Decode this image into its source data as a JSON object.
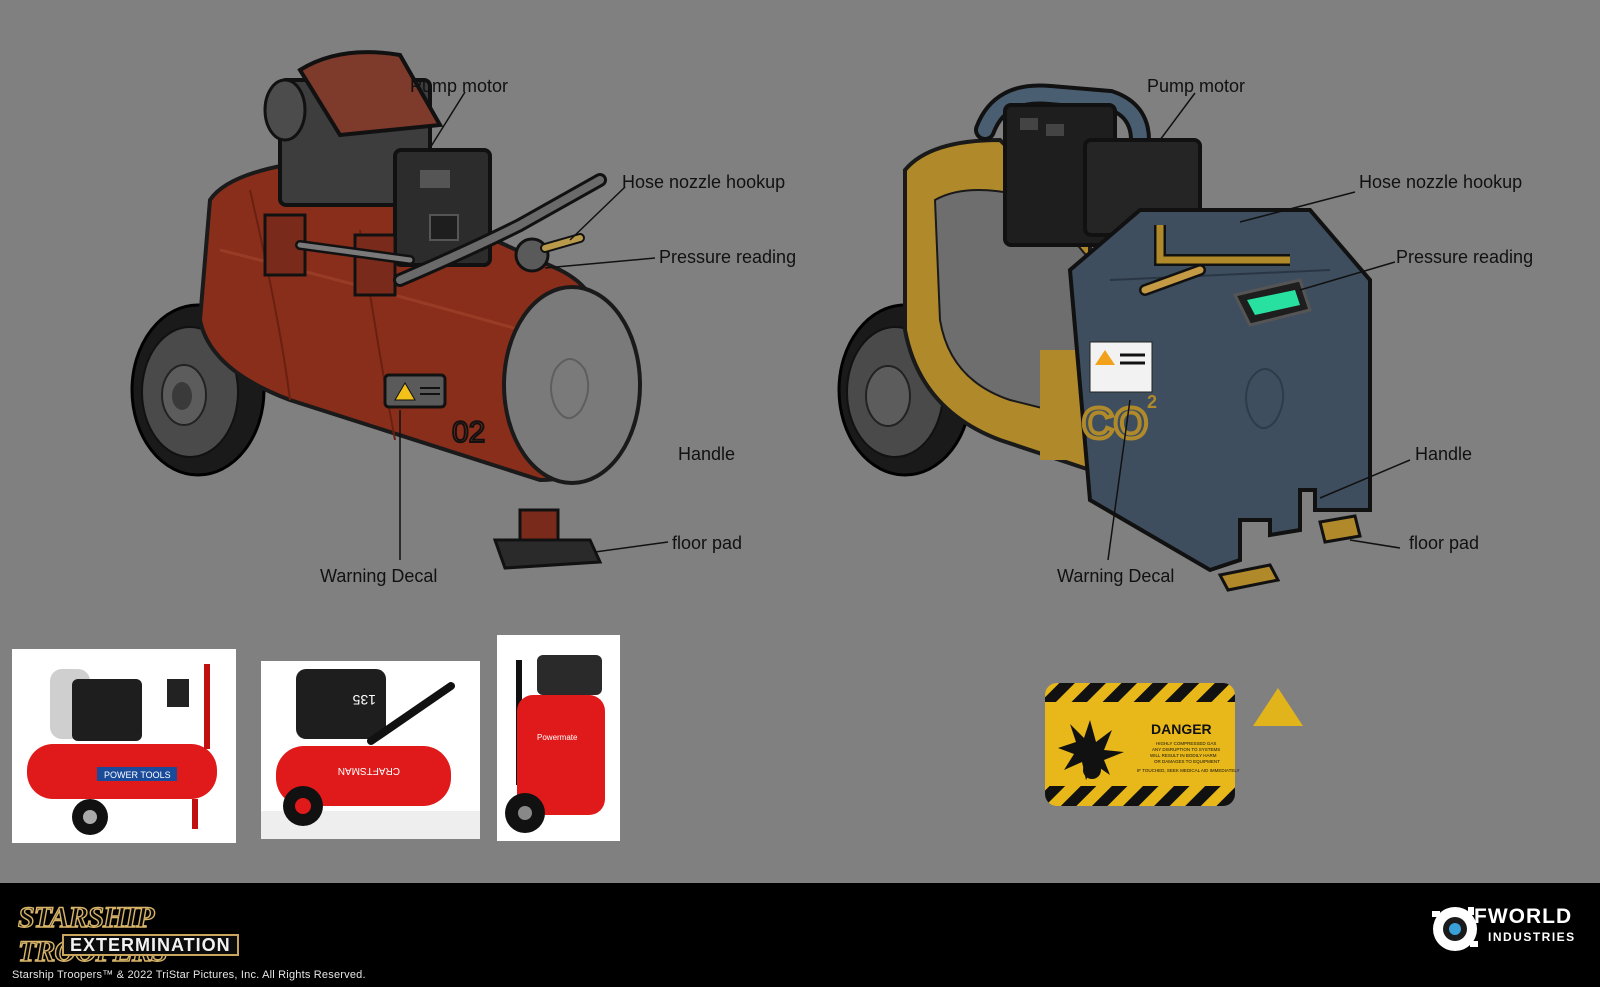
{
  "left_model": {
    "labels": {
      "pump_motor": "Pump motor",
      "hose_nozzle_hookup": "Hose nozzle hookup",
      "pressure_reading": "Pressure reading",
      "handle": "Handle",
      "floor_pad": "floor pad",
      "warning_decal": "Warning Decal"
    },
    "tank_marking": "02",
    "colors": {
      "body": "#8a2e1c",
      "endcap": "#7a7a7a",
      "motor": "#3a3a3a"
    }
  },
  "right_model": {
    "labels": {
      "pump_motor": "Pump motor",
      "hose_nozzle_hookup": "Hose nozzle hookup",
      "pressure_reading": "Pressure reading",
      "handle": "Handle",
      "floor_pad": "floor pad",
      "warning_decal": "Warning Decal"
    },
    "tank_marking": "CO",
    "tank_marking_super": "2",
    "colors": {
      "body": "#3e4e5e",
      "stripe": "#b08a2a",
      "tank": "#6e6e6e",
      "screen": "#28e0a0"
    }
  },
  "reference_photos": {
    "photo1": {
      "label": "POWER TOOLS",
      "color": "#e01a1a"
    },
    "photo2": {
      "label": "CRAFTSMAN",
      "psi": "135",
      "color": "#e01a1a"
    },
    "photo3": {
      "label": "Powermate",
      "color": "#e01a1a"
    }
  },
  "danger_sign": {
    "title": "DANGER",
    "line1": "HIGHLY COMPRESSED GAS",
    "line2": "ANY DISRUPTION TO SYSTEMS",
    "line3": "WILL RESULT IN BODILY HARM",
    "line4": "OR DAMAGES TO EQUIPMENT",
    "line5": "IF TOUCHED, SEEK MEDICAL AID IMMEDIATELY",
    "colors": {
      "yellow": "#e8b81a",
      "black": "#111111"
    }
  },
  "footer": {
    "logo_line1": "STARSHIP TROOPERS",
    "logo_line2": "EXTERMINATION",
    "copyright": "Starship Troopers™ & 2022 TriStar Pictures, Inc. All Rights Reserved.",
    "studio_word1": "FWORLD",
    "studio_word2": "INDUSTRIES"
  }
}
